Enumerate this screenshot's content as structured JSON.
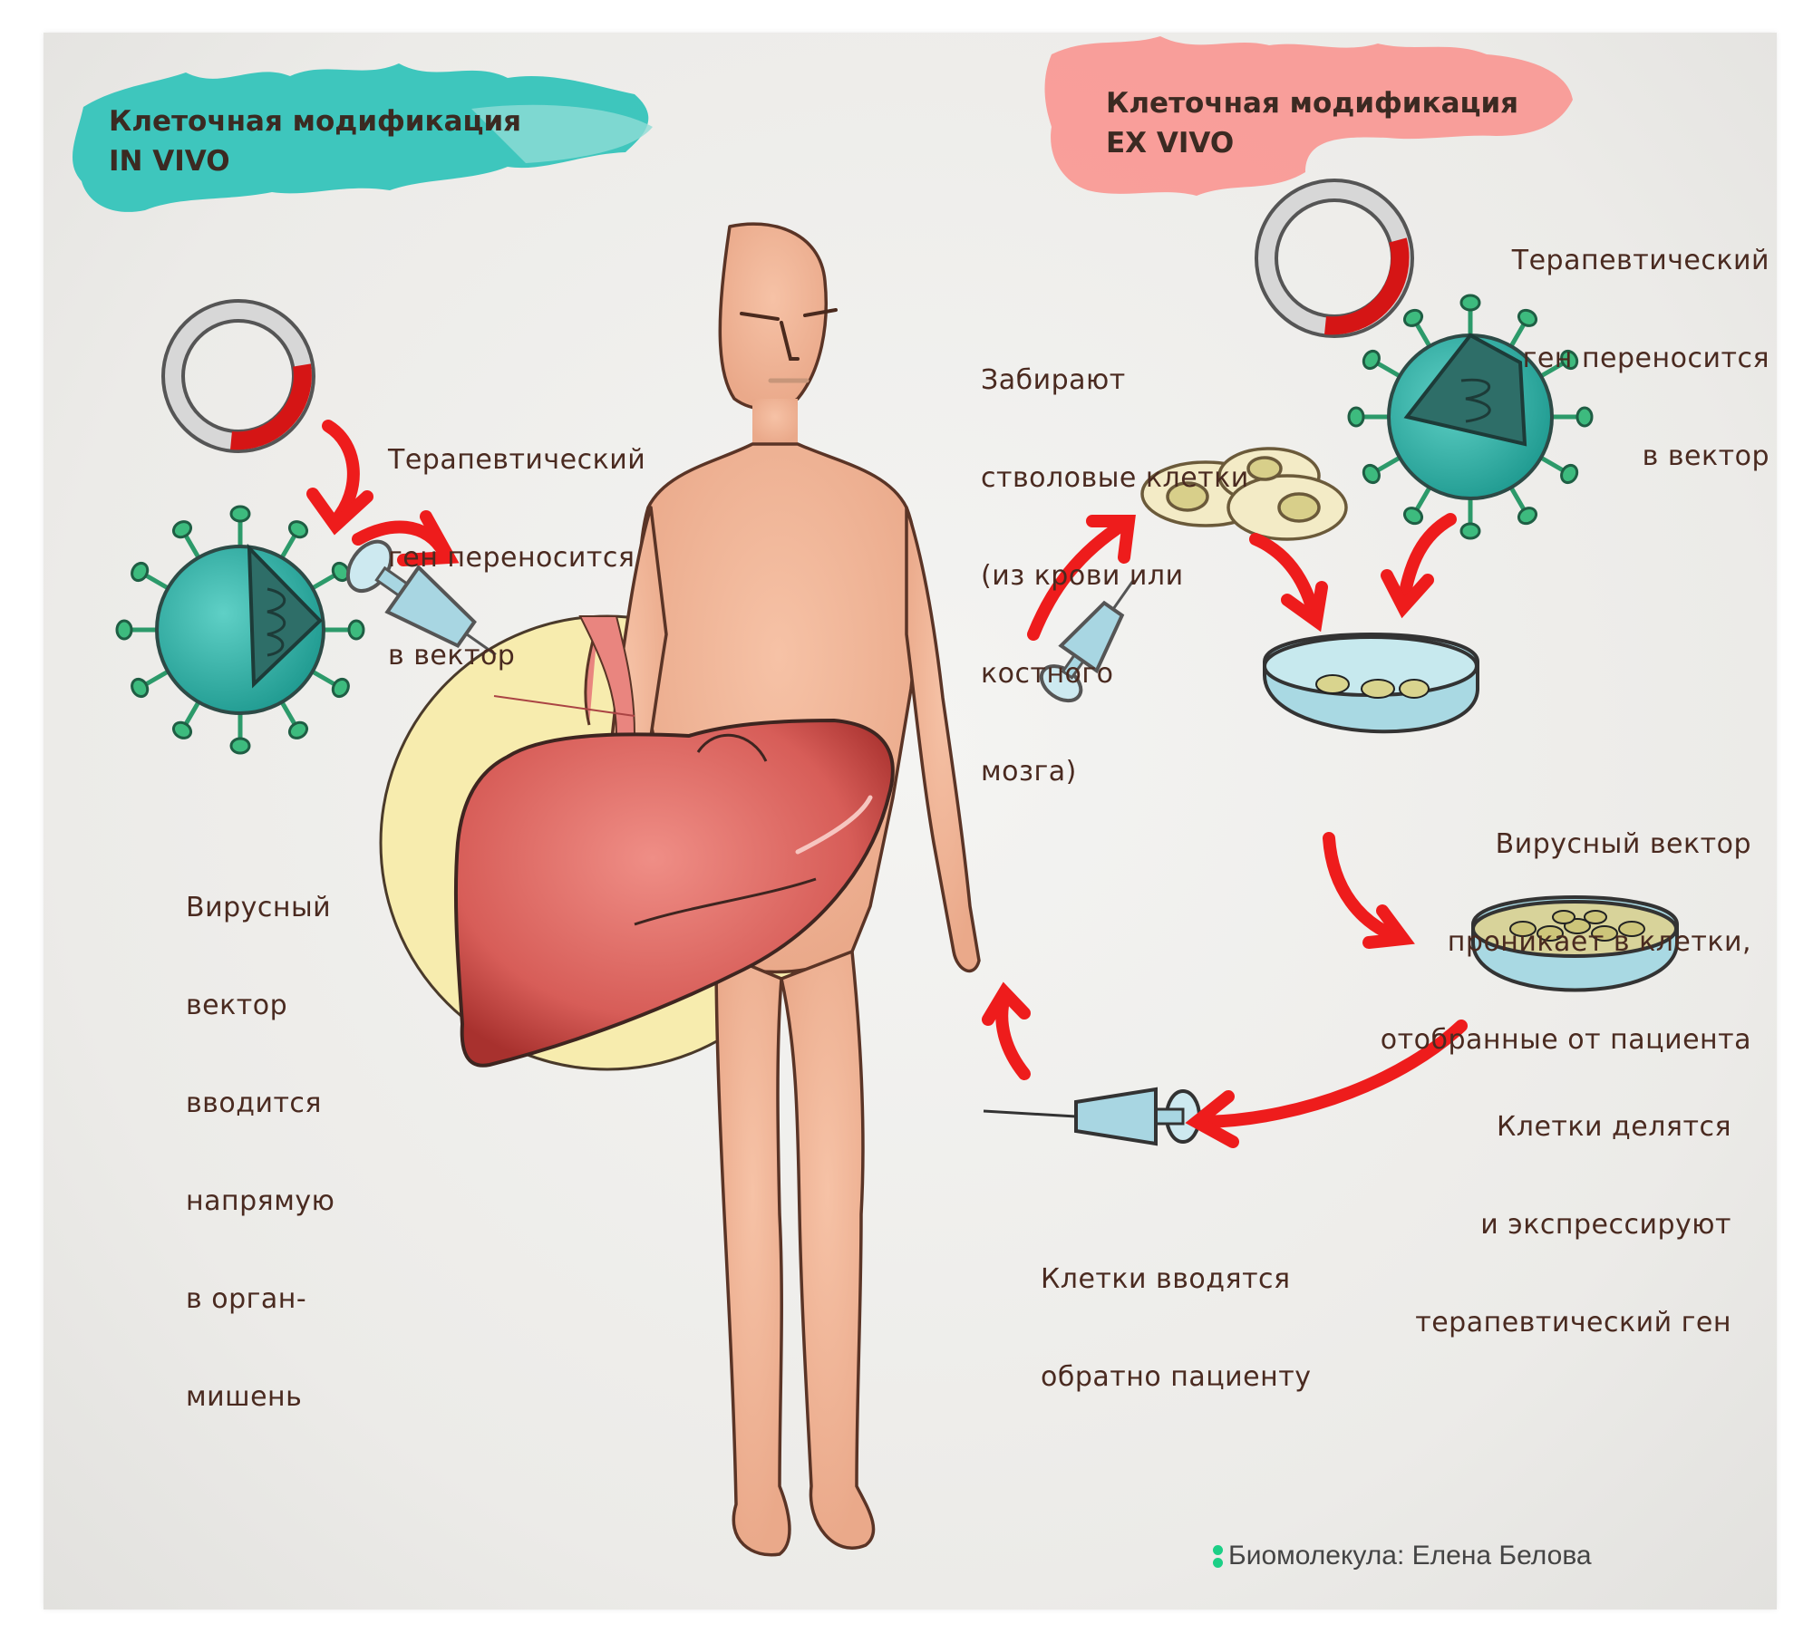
{
  "colors": {
    "in_vivo_brush": "#35c4bb",
    "ex_vivo_brush": "#f99a96",
    "arrow_red": "#ee1c1c",
    "text_brown": "#4a2a20",
    "virus_teal": "#2fb0a6",
    "virus_spike_green": "#38b77a",
    "skin": "#f0b597",
    "liver": "#d9645e",
    "yellow_circle": "#f7ecae",
    "dish_blue": "#a9d9e3",
    "credit_green": "#1ccf86"
  },
  "headers": {
    "in_vivo": {
      "line1": "Клеточная модификация",
      "line2": "IN VIVO"
    },
    "ex_vivo": {
      "line1": "Клеточная модификация",
      "line2": "EX VIVO"
    }
  },
  "in_vivo": {
    "gene_transfer_caption": [
      "Терапевтический",
      "ген переносится",
      "в вектор"
    ],
    "injection_caption": [
      "Вирусный",
      "вектор",
      "вводится",
      "напрямую",
      "в орган-",
      "мишень"
    ]
  },
  "ex_vivo": {
    "gene_transfer_caption": [
      "Терапевтический",
      "ген переносится",
      "в вектор"
    ],
    "harvest_caption": [
      "Забирают",
      "стволовые клетки",
      "(из крови или",
      "костного",
      "мозга)"
    ],
    "transduction_caption": [
      "Вирусный вектор",
      "проникает в клетки,",
      "отобранные от пациента"
    ],
    "expansion_caption": [
      "Клетки делятся",
      "и экспрессируют",
      "терапевтический ген"
    ],
    "reinfusion_caption": [
      "Клетки вводятся",
      "обратно пациенту"
    ]
  },
  "illustrations": {
    "plasmid": "plasmid-ring-icon",
    "virus": "viral-vector-icon",
    "syringe": "syringe-icon",
    "cells": "stem-cells-icon",
    "dish": "petri-dish-icon",
    "liver": "liver-icon",
    "body": "human-figure"
  },
  "credit": {
    "text": "Биомолекула: Елена Белова"
  }
}
